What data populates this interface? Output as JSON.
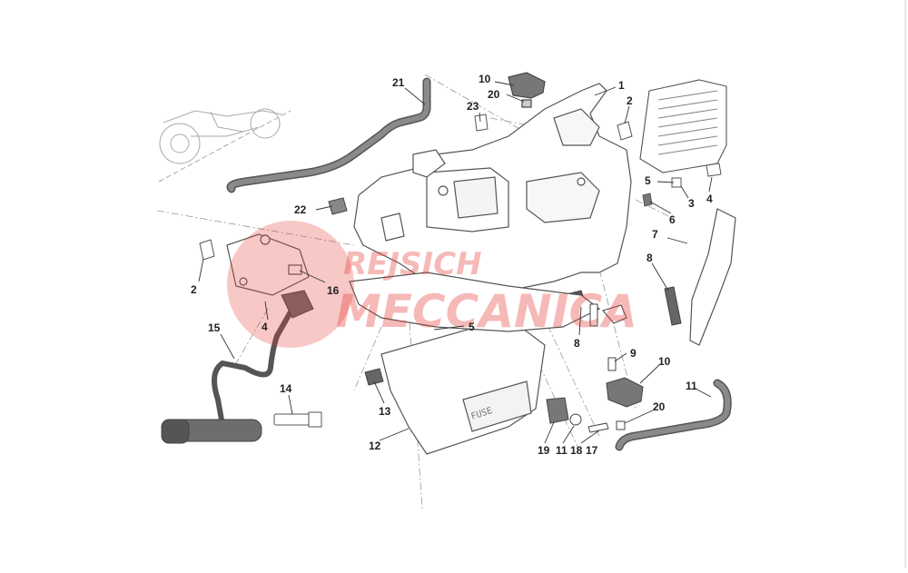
{
  "diagram": {
    "labels": [
      "21",
      "10",
      "20",
      "1",
      "2",
      "23",
      "5",
      "3",
      "4",
      "6",
      "7",
      "22",
      "8",
      "2",
      "16",
      "4",
      "5",
      "15",
      "8",
      "9",
      "10",
      "13",
      "14",
      "11",
      "20",
      "12",
      "19",
      "11",
      "18",
      "17"
    ],
    "fuse_text": "FUSE"
  },
  "watermark": {
    "line1": "REJSICH",
    "line2": "MECCANICA",
    "color": "#e53935"
  },
  "colors": {
    "line": "#555555",
    "part_fill": "#ffffff",
    "dark_part": "#6d6d6d",
    "label": "#222222"
  }
}
